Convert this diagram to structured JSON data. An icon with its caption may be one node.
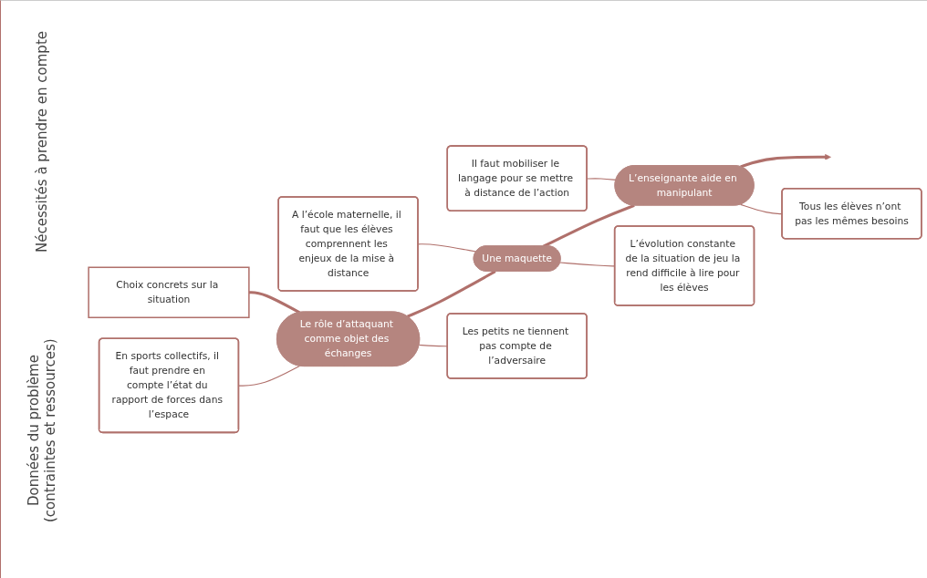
{
  "diagram": {
    "nodes": [
      {
        "text": [
          "En sports collectifs, il faut prendre en compte l’état du rapport de forces dans l’espace"
        ]
      },
      {
        "text": [
          "A l’école maternelle, il faut que les élèves comprennent les enjeux de la mise à distance"
        ]
      },
      {
        "text": [
          "Il faut mobiliser le langage pour se mettre à distance de l’action"
        ]
      },
      {
        "text": [
          "Choix concrets sur la situation"
        ]
      },
      {
        "text": [
          "Le rôle d’attaquant comme objet des échanges"
        ]
      },
      {
        "text": [
          "Une maquette"
        ]
      },
      {
        "text": [
          "L’enseignante aide en manipulant"
        ]
      },
      {
        "text": [
          "Les petits ne tiennent pas compte de l’adversaire"
        ]
      },
      {
        "text": [
          "L’évolution constante de la situation de jeu la rend difficile à lire pour les élèves"
        ]
      },
      {
        "text": [
          "Tous les élèves n’ont pas les mêmes besoins"
        ]
      }
    ],
    "edges": [
      {
        "from": 3,
        "to": 4,
        "arrow": "none",
        "style": "thick"
      },
      {
        "from": 4,
        "to": 5,
        "arrow": "none",
        "style": "thick"
      },
      {
        "from": 5,
        "to": 6,
        "arrow": "none",
        "style": "thick"
      },
      {
        "from": 6,
        "to": null,
        "arrow": "to",
        "style": "thick"
      },
      {
        "from": 0,
        "to": 4,
        "arrow": "none"
      },
      {
        "from": 1,
        "to": 5,
        "arrow": "none"
      },
      {
        "from": 2,
        "to": 6,
        "arrow": "none"
      },
      {
        "from": 4,
        "to": 7,
        "arrow": "none"
      },
      {
        "from": 5,
        "to": 8,
        "arrow": "none"
      },
      {
        "from": 6,
        "to": 9,
        "arrow": "none"
      }
    ],
    "labels": [
      "Nécessités à prendre en compte",
      "Données du problème (contraintes et ressources)"
    ]
  }
}
